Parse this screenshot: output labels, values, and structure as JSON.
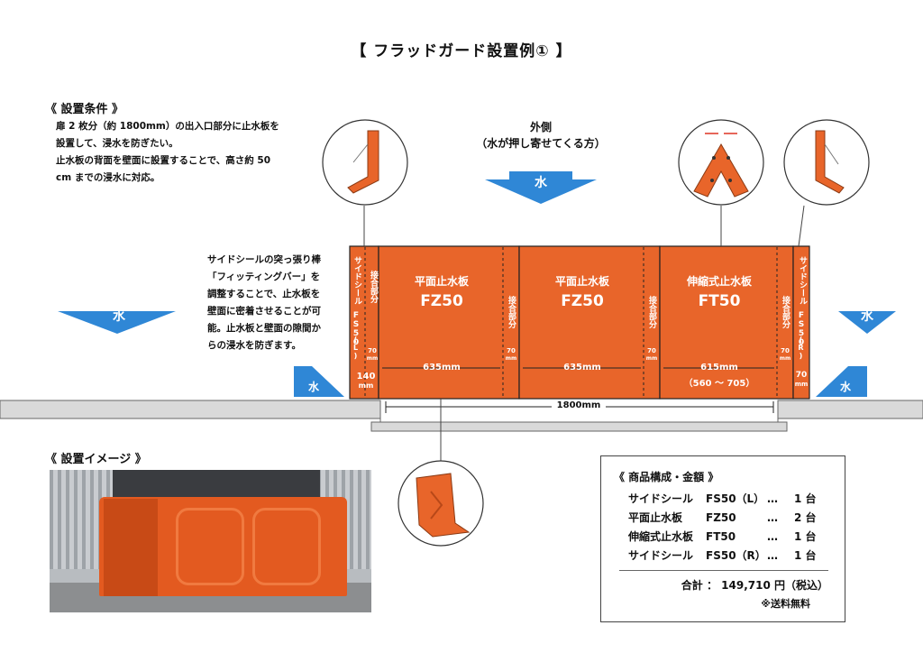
{
  "title": "【 フラッドガード設置例① 】",
  "conditions": {
    "heading": "《 設置条件 》",
    "lines": [
      "扉 2 枚分（約 1800mm）の出入口部分に止水板を",
      "設置して、浸水を防ぎたい。",
      "止水板の背面を壁面に設置することで、高さ約 50",
      "cm までの浸水に対応。"
    ]
  },
  "outside": {
    "line1": "外側",
    "line2": "（水が押し寄せてくる方）"
  },
  "water_label": "水",
  "side_note": {
    "lines": [
      "サイドシールの突っ張り棒",
      "「フィッティングバー」を",
      "調整することで、止水板を",
      "壁面に密着させることが可",
      "能。止水板と壁面の隙間か",
      "らの浸水を防ぎます。"
    ]
  },
  "panels": {
    "left_seal": {
      "name": "サイドシール",
      "model": "FS50",
      "side": "(L)",
      "width": "140",
      "unit": "mm"
    },
    "panel1": {
      "name": "平面止水板",
      "model": "FZ50",
      "width": "635mm"
    },
    "panel2": {
      "name": "平面止水板",
      "model": "FZ50",
      "width": "635mm"
    },
    "panel3": {
      "name": "伸縮式止水板",
      "model": "FT50",
      "width": "615mm",
      "range": "（560 ～ 705）"
    },
    "right_seal": {
      "name": "サイドシール",
      "model": "FS50",
      "side": "(R)",
      "width": "70",
      "unit": "mm"
    },
    "joint": {
      "label": "接合部分",
      "width": "70",
      "unit": "mm"
    }
  },
  "total_width": "1800mm",
  "image_heading": "《 設置イメージ 》",
  "products": {
    "heading": "《 商品構成・金額 》",
    "rows": [
      {
        "name": "サイドシール",
        "model": "FS50（L）",
        "dots": "…",
        "qty": "1 台"
      },
      {
        "name": "平面止水板",
        "model": "FZ50",
        "dots": "…",
        "qty": "2 台"
      },
      {
        "name": "伸縮式止水板",
        "model": "FT50",
        "dots": "…",
        "qty": "1 台"
      },
      {
        "name": "サイドシール",
        "model": "FS50（R）",
        "dots": "…",
        "qty": "1 台"
      }
    ],
    "total": "合計 ： 149,710 円（税込）",
    "shipping": "※送料無料"
  },
  "colors": {
    "orange": "#e8652a",
    "blue": "#2f87d6",
    "ground": "#d9d9d9"
  }
}
